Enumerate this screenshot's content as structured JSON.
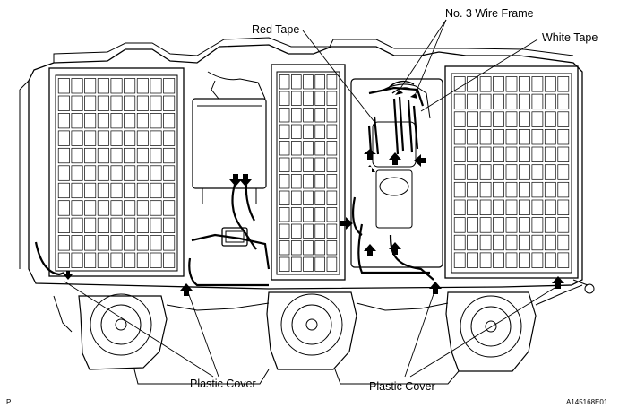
{
  "callouts": {
    "red_tape": "Red Tape",
    "wire_frame": "No. 3 Wire Frame",
    "white_tape": "White Tape",
    "plastic_cover_left": "Plastic Cover",
    "plastic_cover_right": "Plastic Cover"
  },
  "corner": {
    "left": "P",
    "right": "A145168E01"
  },
  "palette": {
    "line": "#000000",
    "background": "#ffffff"
  },
  "icons": [
    "arrow-up-icon",
    "arrow-down-icon",
    "arrow-right-icon",
    "arrow-left-icon"
  ]
}
